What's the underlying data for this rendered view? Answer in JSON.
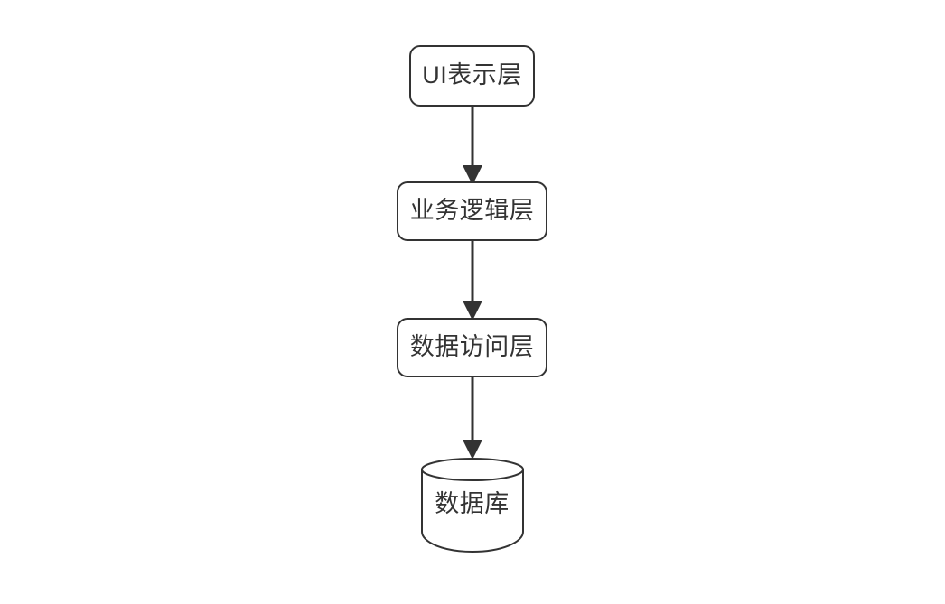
{
  "diagram": {
    "type": "flowchart",
    "direction": "top-to-bottom",
    "background_color": "#ffffff",
    "stroke_color": "#333333",
    "text_color": "#333333",
    "nodes": [
      {
        "id": "ui",
        "label": "UI表示层",
        "shape": "rounded-rectangle"
      },
      {
        "id": "logic",
        "label": "业务逻辑层",
        "shape": "rounded-rectangle"
      },
      {
        "id": "dao",
        "label": "数据访问层",
        "shape": "rounded-rectangle"
      },
      {
        "id": "db",
        "label": "数据库",
        "shape": "cylinder"
      }
    ],
    "edges": [
      {
        "from": "ui",
        "to": "logic",
        "arrow": "solid-arrow",
        "label": ""
      },
      {
        "from": "logic",
        "to": "dao",
        "arrow": "solid-arrow",
        "label": ""
      },
      {
        "from": "dao",
        "to": "db",
        "arrow": "solid-arrow",
        "label": ""
      }
    ]
  }
}
